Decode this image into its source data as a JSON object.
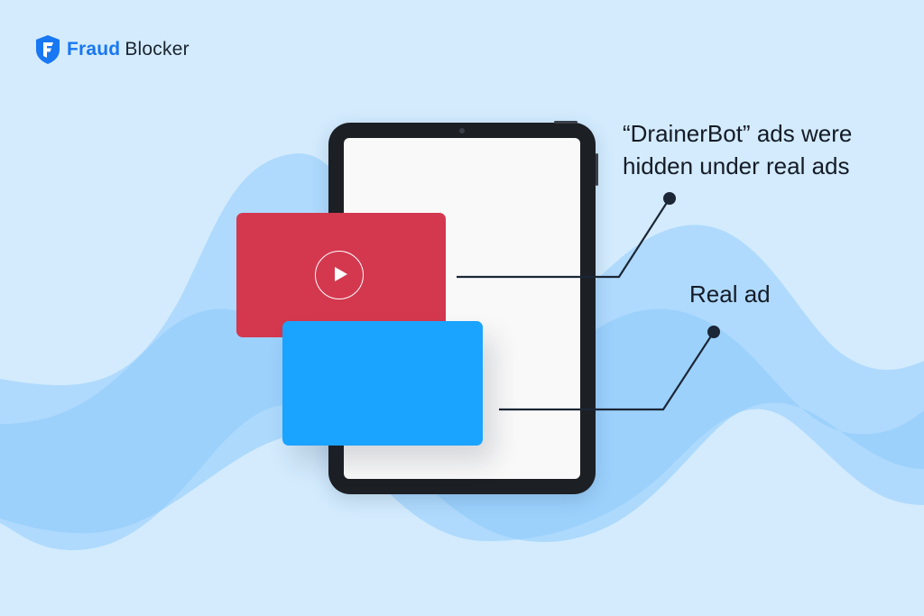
{
  "brand": {
    "name_part1": "Fraud",
    "name_part2": "Blocker",
    "icon": "shield-f-icon",
    "color": "#1877f2"
  },
  "ads": {
    "hidden_ad": {
      "color": "#d4384f",
      "icon": "play-icon"
    },
    "real_ad": {
      "color": "#1aa3ff"
    }
  },
  "callouts": {
    "hidden_ad": {
      "lines": [
        "“DrainerBot” ads were",
        "hidden under real ads"
      ]
    },
    "real_ad": {
      "label": "Real ad"
    }
  },
  "colors": {
    "background": "#d3ebfd",
    "wave": "#8ccbfb",
    "device_frame": "#1c1f24",
    "connector": "#1b2636"
  }
}
